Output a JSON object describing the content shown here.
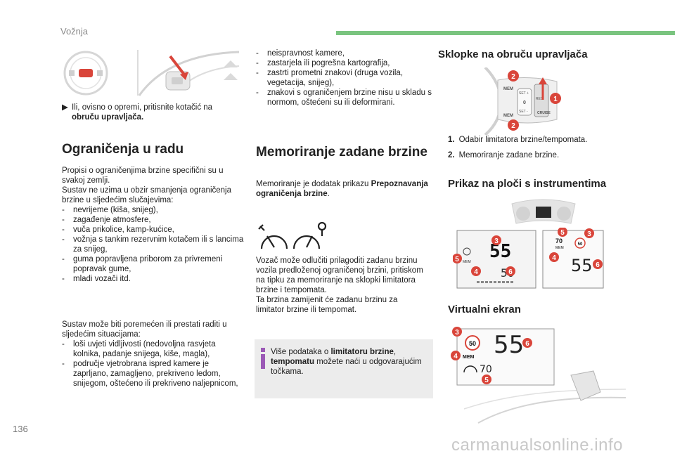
{
  "header": {
    "section_title": "Vožnja"
  },
  "footer": {
    "page_number": "136",
    "watermark": "carmanualsonline.info"
  },
  "colors": {
    "accent_green": "#7ac47f",
    "callout_red": "#d9453a",
    "note_bg": "#ececec",
    "note_accent": "#9b59b6"
  },
  "col1": {
    "step_text_normal": "Ili, ovisno o opremi, pritisnite kotačić na ",
    "step_text_bold": "obruču upravljača.",
    "heading": "Ograničenja u radu",
    "intro_lines": [
      "Propisi o ograničenjima brzine specifični su u",
      "svakoj zemlji.",
      "Sustav ne uzima u obzir smanjenja ograničenja",
      "brzine u sljedećim slučajevima:"
    ],
    "list1": [
      "nevrijeme (kiša, snijeg),",
      "zagađenje atmosfere,",
      "vuča prikolice, kamp-kućice,",
      "vožnja s tankim rezervnim kotačem ili s lancima za snijeg,",
      "guma popravljena priborom za privremeni popravak gume,",
      "mladi vozači itd."
    ],
    "para2_lines": [
      "Sustav može biti poremećen ili prestati raditi u",
      "sljedećim situacijama:"
    ],
    "list2": [
      "loši uvjeti vidljivosti (nedovoljna rasvjeta kolnika, padanje snijega, kiše, magla),",
      "područje vjetrobrana ispred kamere je zaprljano, zamagljeno, prekriveno ledom, snijegom, oštećeno ili prekriveno naljepnicom,"
    ]
  },
  "col2": {
    "list_top": [
      "neispravnost kamere,",
      "zastarjela ili pogrešna kartografija,",
      "zastrti prometni znakovi (druga vozila, vegetacija, snijeg),",
      "znakovi s ograničenjem brzine nisu u skladu s normom, oštećeni su ili deformirani."
    ],
    "heading": "Memoriranje zadane brzine",
    "intro_normal": "Memoriranje je dodatak prikazu ",
    "intro_bold": "Prepoznavanja ograničenja brzine",
    "intro_end": ".",
    "para_lines": [
      "Vozač može odlučiti prilagoditi zadanu brzinu",
      "vozila predloženoj ograničenoj brzini, pritiskom",
      "na tipku za memoriranje na sklopki limitatora",
      "brzine i tempomata.",
      "Ta brzina zamijenit će zadanu brzinu za",
      "limitator brzine ili tempomat."
    ],
    "note": {
      "t1": "Više podataka o ",
      "b1": "limitatoru brzine",
      "t2": ", ",
      "b2": "tempomatu",
      "t3": " možete naći u odgovarajućim točkama."
    }
  },
  "col3": {
    "heading1": "Sklopke na obruču upravljača",
    "items": [
      {
        "n": "1.",
        "text": "Odabir limitatora brzine/tempomata."
      },
      {
        "n": "2.",
        "text": "Memoriranje zadane brzine."
      }
    ],
    "heading2": "Prikaz na ploči s instrumentima",
    "heading3": "Virtualni ekran",
    "switch_labels": {
      "mem": "MEM",
      "set_plus": "SET +",
      "set_minus": "SET -",
      "zero": "0",
      "res": "RES",
      "cruise": "CRUISE"
    },
    "cluster_left": {
      "speed": "55",
      "limit": "50",
      "mem": "MEM"
    },
    "cluster_right": {
      "memo": "70",
      "mem": "MEM",
      "limit": "50",
      "speed": "55"
    },
    "hud": {
      "limit": "50",
      "speed": "55",
      "mem": "MEM",
      "memo": "70"
    },
    "callouts": {
      "c1": "1",
      "c2": "2",
      "c3": "3",
      "c4": "4",
      "c5": "5",
      "c6": "6"
    }
  }
}
